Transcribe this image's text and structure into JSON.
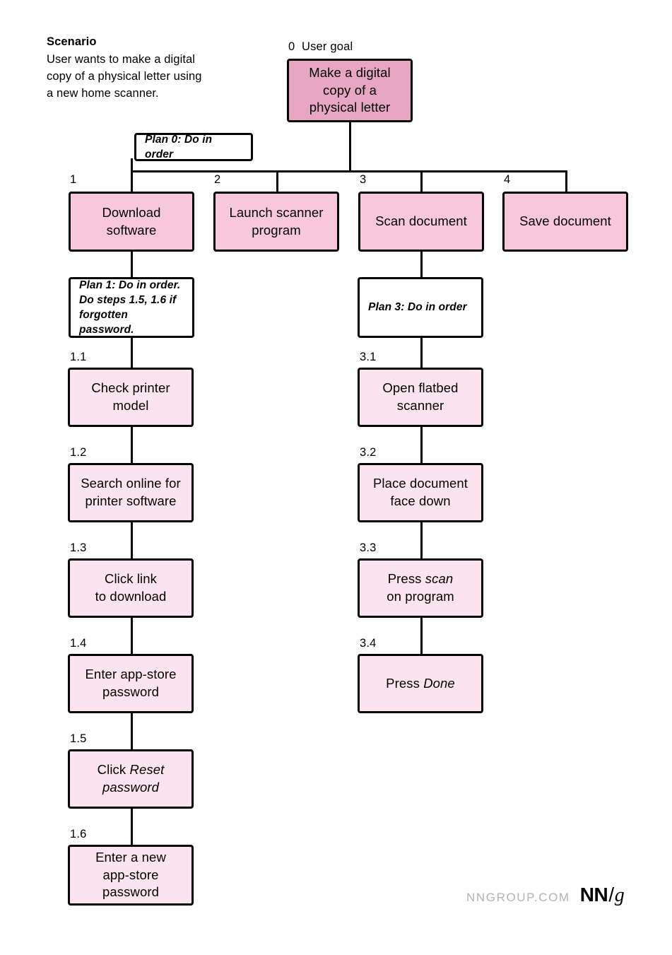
{
  "scenario": {
    "heading": "Scenario",
    "text": "User wants to make a digital\ncopy of a physical letter using\na new home scanner."
  },
  "goal": {
    "number": "0",
    "caption": "User goal",
    "label": "Make a digital copy of a physical letter",
    "line1": "Make a digital",
    "line2": "copy of a",
    "line3": "physical letter"
  },
  "plans": {
    "plan0": "Plan 0: Do in order",
    "plan1": "Plan 1: Do in order.\nDo steps 1.5, 1.6 if\nforgotten password.",
    "plan3": "Plan 3: Do in order"
  },
  "level1": [
    {
      "number": "1",
      "line1": "Download",
      "line2": "software"
    },
    {
      "number": "2",
      "line1": "Launch scanner",
      "line2": "program"
    },
    {
      "number": "3",
      "line1": "Scan document",
      "line2": ""
    },
    {
      "number": "4",
      "line1": "Save document",
      "line2": ""
    }
  ],
  "branch1": [
    {
      "number": "1.1",
      "line1": "Check printer",
      "line2": "model",
      "line3": ""
    },
    {
      "number": "1.2",
      "line1": "Search online for",
      "line2": "printer software",
      "line3": ""
    },
    {
      "number": "1.3",
      "line1": "Click link",
      "line2": "to download",
      "line3": ""
    },
    {
      "number": "1.4",
      "line1": "Enter app-store",
      "line2": "password",
      "line3": ""
    },
    {
      "number": "1.5",
      "line1_plain": "Click ",
      "line1_italic": "Reset",
      "line2_italic": "password",
      "line3": ""
    },
    {
      "number": "1.6",
      "line1": "Enter a new",
      "line2": "app-store",
      "line3": "password"
    }
  ],
  "branch3": [
    {
      "number": "3.1",
      "line1": "Open flatbed",
      "line2": "scanner"
    },
    {
      "number": "3.2",
      "line1": "Place document",
      "line2": "face down"
    },
    {
      "number": "3.3",
      "line1_plain": "Press ",
      "line1_italic": "scan",
      "line2": "on program"
    },
    {
      "number": "3.4",
      "line1_plain": "Press ",
      "line1_italic": "Done",
      "line2": ""
    }
  ],
  "footer": {
    "url": "NNGROUP.COM",
    "logo_nn": "NN",
    "logo_slash": "/",
    "logo_g": "g"
  },
  "colors": {
    "goal_fill": "#e7a7c3",
    "level1_fill": "#f7c7dc",
    "level2_fill": "#fbe4ee",
    "stroke": "#000000",
    "footer_url": "#b3b3b3"
  }
}
